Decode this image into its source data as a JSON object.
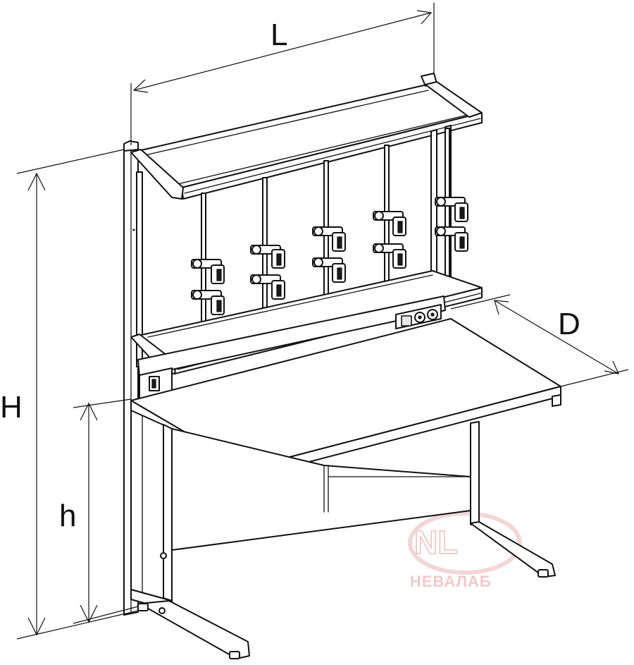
{
  "dimensions": {
    "length_label": "L",
    "depth_label": "D",
    "height_label": "H",
    "work_height_label": "h"
  },
  "watermark": {
    "text": "НЕВАЛАБ"
  }
}
